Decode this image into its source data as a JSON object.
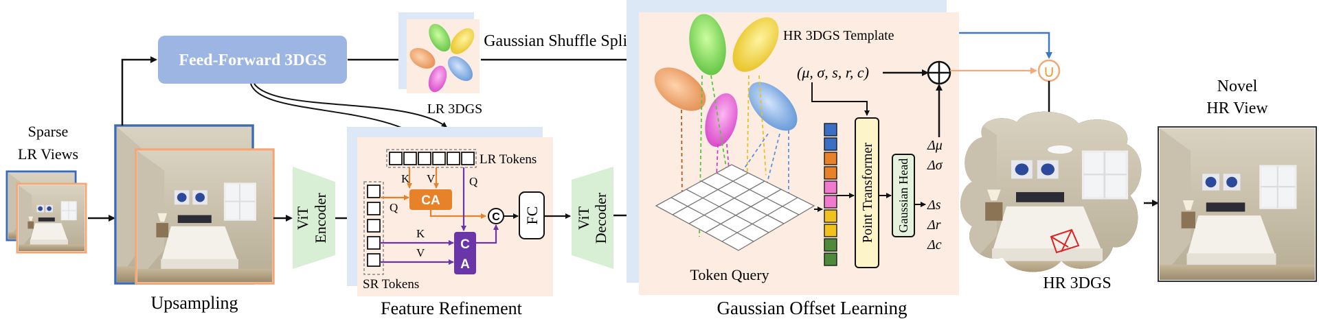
{
  "sparse_views": {
    "line1": "Sparse",
    "line2": "LR Views"
  },
  "upsampling": {
    "label": "Upsampling"
  },
  "ff3dgs": {
    "label": "Feed-Forward 3DGS"
  },
  "lr3dgs": {
    "label": "LR 3DGS"
  },
  "shuffle": {
    "label": "Gaussian Shuffle Split"
  },
  "vit_encoder": {
    "line1": "ViT",
    "line2": "Encoder"
  },
  "vit_decoder": {
    "line1": "ViT",
    "line2": "Decoder"
  },
  "feature_refinement": {
    "title": "Feature Refinement",
    "lr_tokens": "LR Tokens",
    "sr_tokens": "SR Tokens",
    "k": "K",
    "v": "V",
    "q": "Q",
    "ca": "CA",
    "ca2_top": "C",
    "ca2_bottom": "A",
    "concat": "C",
    "fc": "FC"
  },
  "offset": {
    "title": "Gaussian Offset Learning",
    "template": "HR 3DGS Template",
    "params": "(μ, σ, s, r, c)",
    "token_query": "Token Query",
    "point_transformer": "Point Transformer",
    "gaussian_head": "Gaussian Head",
    "deltas": [
      "Δμ",
      "Δσ",
      "Δs",
      "Δr",
      "Δc"
    ],
    "plus": "+",
    "union": "∪"
  },
  "output": {
    "hr3dgs": "HR 3DGS",
    "novel_line1": "Novel",
    "novel_line2": "HR View"
  },
  "colors": {
    "blue_frame": "#3d6bb3",
    "orange_frame": "#f0a878",
    "ca_orange": "#e8822a",
    "ca_purple": "#6a35a8",
    "ff_box": "#9db5e2",
    "panel_blue": "#dde8f6",
    "panel_peach": "#fdece2",
    "vit_green": "#d9efd5",
    "token_colors": [
      "#3b6fc4",
      "#3b6fc4",
      "#e8822a",
      "#e8822a",
      "#f07ad0",
      "#f07ad0",
      "#f2c21c",
      "#f2c21c",
      "#4d8a3a",
      "#4d8a3a"
    ]
  }
}
